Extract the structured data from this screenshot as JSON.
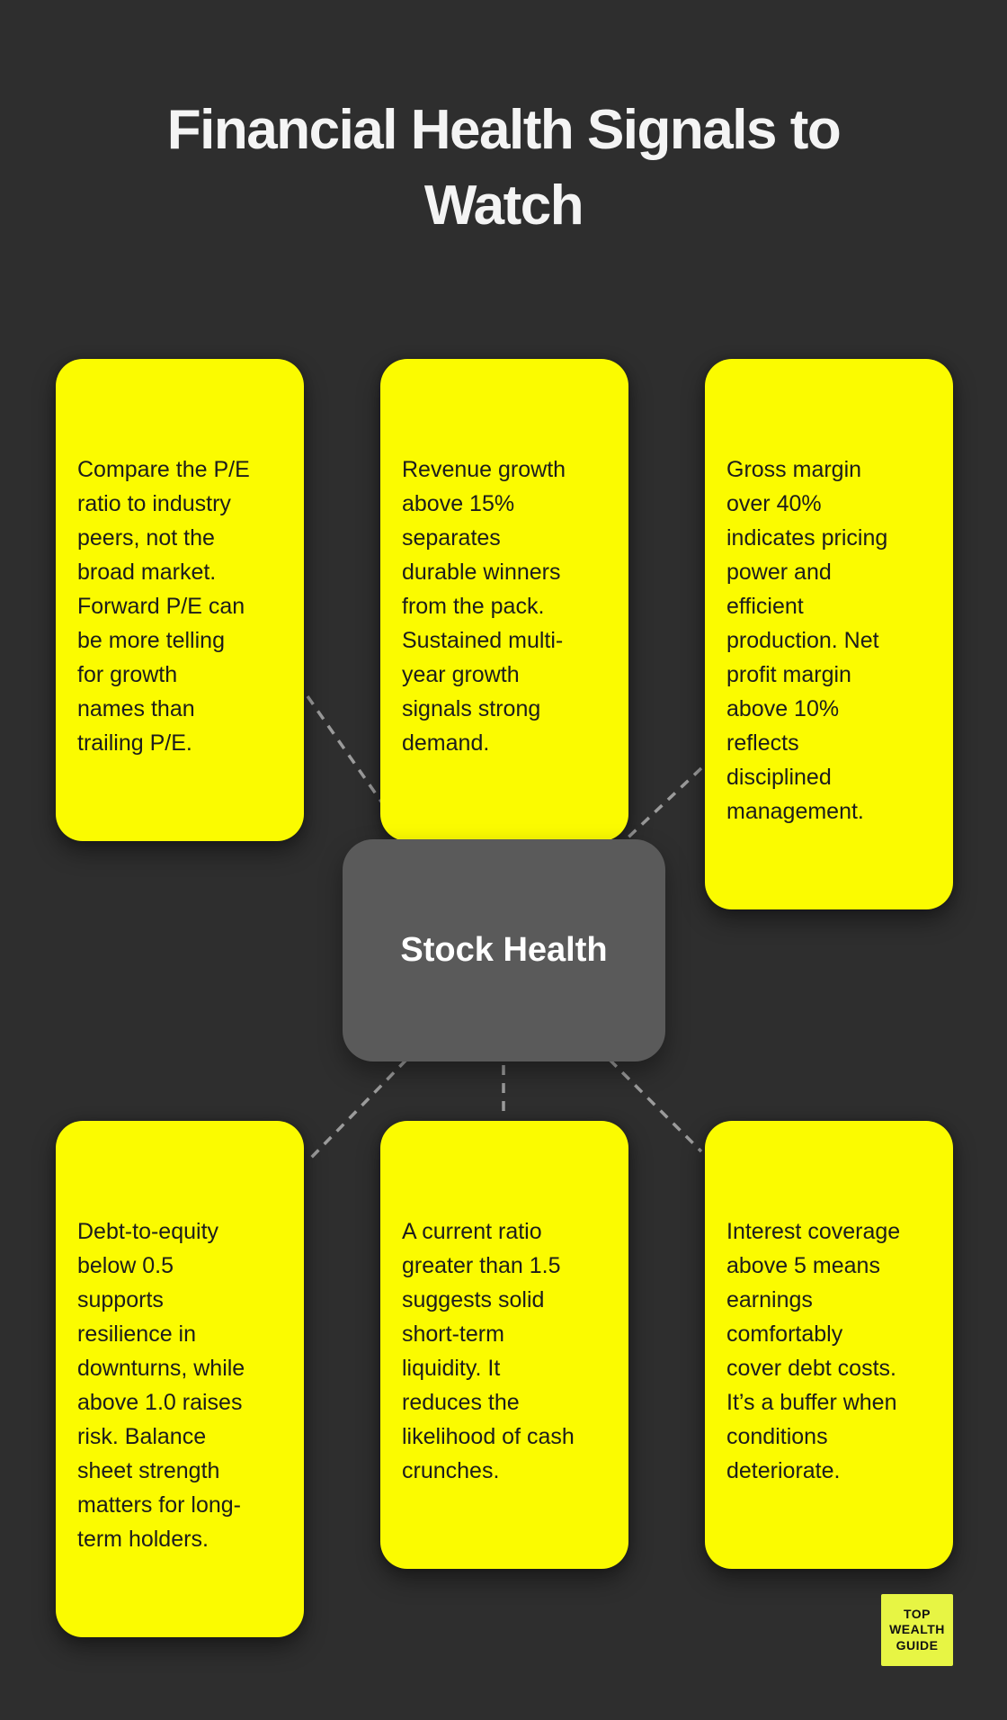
{
  "title": "Financial Health Signals to\nWatch",
  "center": {
    "label": "Stock Health"
  },
  "cards": [
    {
      "id": "pe-ratio",
      "text": "Compare the P/E\nratio to industry\npeers, not the\nbroad market.\nForward P/E can\nbe more telling\nfor growth\nnames than\ntrailing P/E."
    },
    {
      "id": "revenue-growth",
      "text": "Revenue growth\nabove 15%\nseparates\ndurable winners\nfrom the pack.\nSustained multi-\nyear growth\nsignals strong\ndemand."
    },
    {
      "id": "margins",
      "text": "Gross margin\nover 40%\nindicates pricing\npower and\nefficient\nproduction. Net\nprofit margin\nabove 10%\nreflects\ndisciplined\nmanagement."
    },
    {
      "id": "debt-to-equity",
      "text": "Debt-to-equity\nbelow 0.5\nsupports\nresilience in\ndownturns, while\nabove 1.0 raises\nrisk. Balance\nsheet strength\nmatters for long-\nterm holders."
    },
    {
      "id": "current-ratio",
      "text": "A current ratio\ngreater than 1.5\nsuggests solid\nshort-term\nliquidity. It\nreduces the\nlikelihood of cash\ncrunches."
    },
    {
      "id": "interest-coverage",
      "text": "Interest coverage\nabove 5 means\nearnings\ncomfortably\ncover debt costs.\nIt’s a buffer when\nconditions\ndeteriorate."
    }
  ],
  "logo": {
    "text": "TOP\nWEALTH\nGUIDE"
  },
  "colors": {
    "background": "#2e2e2e",
    "card": "#fbfb00",
    "card_text": "#1c1c1c",
    "center_box": "#5a5a5a",
    "center_text": "#ffffff",
    "connector": "#9b9b9b",
    "title_text": "#f4f4f4",
    "logo_bg": "#e7f544",
    "logo_text": "#111111"
  }
}
